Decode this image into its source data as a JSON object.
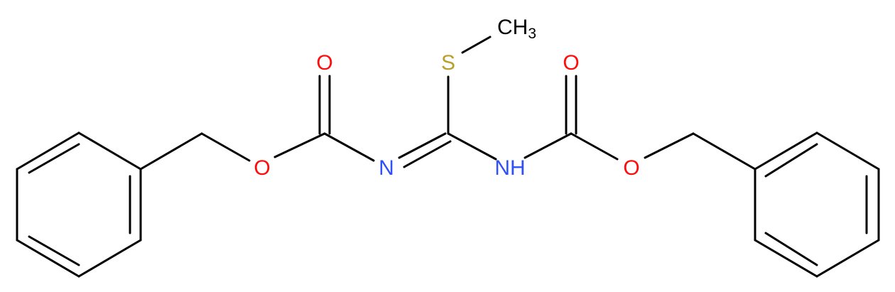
{
  "diagram": {
    "type": "chemical-structure",
    "atoms": {
      "o_carbonyl_left": "O",
      "o_ester_left": "O",
      "n_imine": "N",
      "s_thio": "S",
      "ch3_main": "CH",
      "ch3_sub": "3",
      "nh_amine": "NH",
      "o_carbonyl_right": "O",
      "o_ester_right": "O"
    },
    "colors": {
      "bond": "#000000",
      "oxygen": "#ff0d0d",
      "nitrogen": "#3050f8",
      "sulfur": "#b8a02c",
      "carbon": "#000000"
    }
  }
}
